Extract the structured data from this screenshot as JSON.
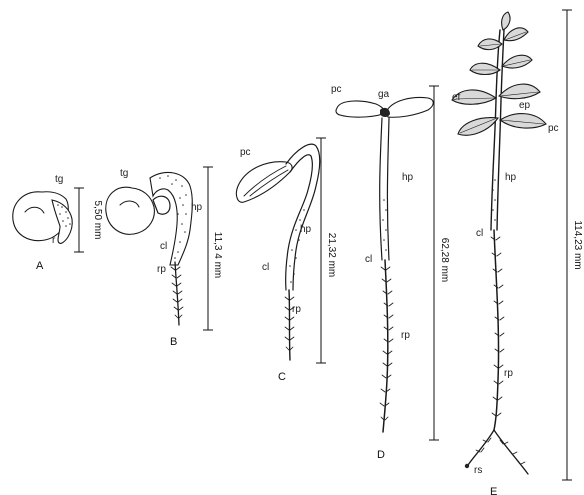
{
  "stages": [
    {
      "id": "A",
      "measurement": "5,50 mm",
      "labels": {
        "tg": "tg",
        "r": "r"
      }
    },
    {
      "id": "B",
      "measurement": "11,3 4 mm",
      "labels": {
        "tg": "tg",
        "hp": "hp",
        "cl": "cl",
        "rp": "rp"
      }
    },
    {
      "id": "C",
      "measurement": "21,32 mm",
      "labels": {
        "pc": "pc",
        "hp": "hp",
        "cl": "cl",
        "rp": "rp"
      }
    },
    {
      "id": "D",
      "measurement": "62,28 mm",
      "labels": {
        "pc": "pc",
        "ga": "ga",
        "hp": "hp",
        "cl": "cl",
        "rp": "rp"
      }
    },
    {
      "id": "E",
      "measurement": "114,23 mm",
      "labels": {
        "ef": "ef",
        "ep": "ep",
        "pc": "pc",
        "hp": "hp",
        "cl": "cl",
        "rp": "rp",
        "rs": "rs"
      }
    }
  ]
}
